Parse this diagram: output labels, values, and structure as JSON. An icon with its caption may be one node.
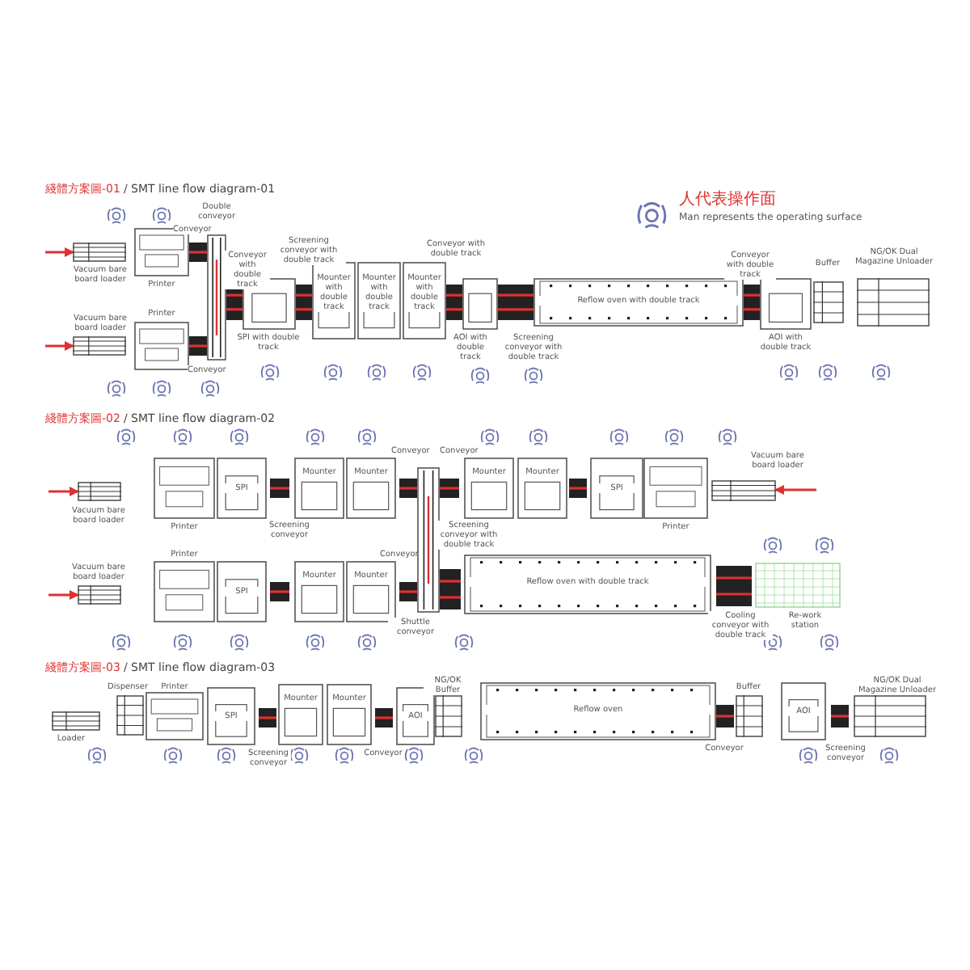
{
  "diagram": {
    "nodes": [
      {
        "text": [
          "Vacuum bare board loader"
        ]
      },
      {
        "text": [
          "Printer"
        ]
      },
      {
        "text": [
          "Conveyor"
        ]
      },
      {
        "text": [
          "Vacuum bare board loader"
        ]
      },
      {
        "text": [
          "Printer"
        ]
      },
      {
        "text": [
          "Conveyor"
        ]
      },
      {
        "text": [
          "Double conveyor"
        ]
      },
      {
        "text": [
          "Conveyor with double track"
        ]
      },
      {
        "text": [
          "SPI with double track"
        ]
      },
      {
        "text": [
          "Screening conveyor with double track"
        ]
      },
      {
        "text": [
          "Mounter with double track"
        ]
      },
      {
        "text": [
          "Mounter with double track"
        ]
      },
      {
        "text": [
          "Mounter with double track"
        ]
      },
      {
        "text": [
          "Conveyor with double track"
        ]
      },
      {
        "text": [
          "AOI with double track"
        ]
      },
      {
        "text": [
          "Screening conveyor with double track"
        ]
      },
      {
        "text": [
          "Reflow oven with double track"
        ]
      },
      {
        "text": [
          "Conveyor with double track"
        ]
      },
      {
        "text": [
          "AOI with double track"
        ]
      },
      {
        "text": [
          "Buffer"
        ]
      },
      {
        "text": [
          "NG/OK Dual Magazine Unloader"
        ]
      },
      {
        "text": [
          "Vacuum bare board loader"
        ]
      },
      {
        "text": [
          "Printer"
        ]
      },
      {
        "text": [
          "SPI"
        ]
      },
      {
        "text": [
          "Screening conveyor"
        ]
      },
      {
        "text": [
          "Mounter"
        ]
      },
      {
        "text": [
          "Mounter"
        ]
      },
      {
        "text": [
          "Conveyor"
        ]
      },
      {
        "text": [
          "Shuttle conveyor"
        ]
      },
      {
        "text": [
          "Conveyor"
        ]
      },
      {
        "text": [
          "Mounter"
        ]
      },
      {
        "text": [
          "Mounter"
        ]
      },
      {
        "text": [],
        "shape": "box"
      },
      {
        "text": [
          "SPI"
        ]
      },
      {
        "text": [
          "Printer"
        ]
      },
      {
        "text": [
          "Vacuum bare board loader"
        ]
      },
      {
        "text": [
          "Vacuum bare board loader"
        ]
      },
      {
        "text": [
          "Printer"
        ]
      },
      {
        "text": [
          "SPI"
        ]
      },
      {
        "text": [],
        "shape": "box"
      },
      {
        "text": [
          "Mounter"
        ]
      },
      {
        "text": [
          "Mounter"
        ]
      },
      {
        "text": [
          "Conveyor"
        ]
      },
      {
        "text": [
          "Screening conveyor with double track"
        ]
      },
      {
        "text": [
          "Reflow oven with double track"
        ]
      },
      {
        "text": [
          "Cooling conveyor with double track"
        ]
      },
      {
        "text": [
          "Re-work station"
        ]
      },
      {
        "text": [
          "Loader"
        ]
      },
      {
        "text": [
          "Dispenser"
        ]
      },
      {
        "text": [
          "Printer"
        ]
      },
      {
        "text": [
          "SPI"
        ]
      },
      {
        "text": [
          "Screening conveyor"
        ]
      },
      {
        "text": [
          "Mounter"
        ]
      },
      {
        "text": [
          "Mounter"
        ]
      },
      {
        "text": [
          "Conveyor"
        ]
      },
      {
        "text": [
          "AOI"
        ]
      },
      {
        "text": [
          "NG/OK Buffer"
        ]
      },
      {
        "text": [
          "Reflow oven"
        ]
      },
      {
        "text": [
          "Conveyor"
        ]
      },
      {
        "text": [
          "Buffer"
        ]
      },
      {
        "text": [
          "AOI"
        ]
      },
      {
        "text": [
          "Screening conveyor"
        ]
      },
      {
        "text": [
          "NG/OK Dual Magazine Unloader"
        ]
      }
    ],
    "edges": [
      {
        "from": null,
        "to": 0,
        "arrow": "to"
      },
      {
        "from": null,
        "to": 3,
        "arrow": "to"
      },
      {
        "from": null,
        "to": 21,
        "arrow": "to"
      },
      {
        "from": null,
        "to": 35,
        "arrow": "to"
      },
      {
        "from": null,
        "to": 36,
        "arrow": "to"
      }
    ],
    "labels": [
      "綫體方案圖-01",
      "/ SMT line flow diagram-01",
      "綫體方案圖-02",
      "/ SMT line flow diagram-02",
      "綫體方案圖-03",
      "/ SMT line flow diagram-03"
    ],
    "legend": [
      {
        "text": "人代表操作面"
      },
      {
        "text": "Man represents the operating surface"
      }
    ]
  }
}
